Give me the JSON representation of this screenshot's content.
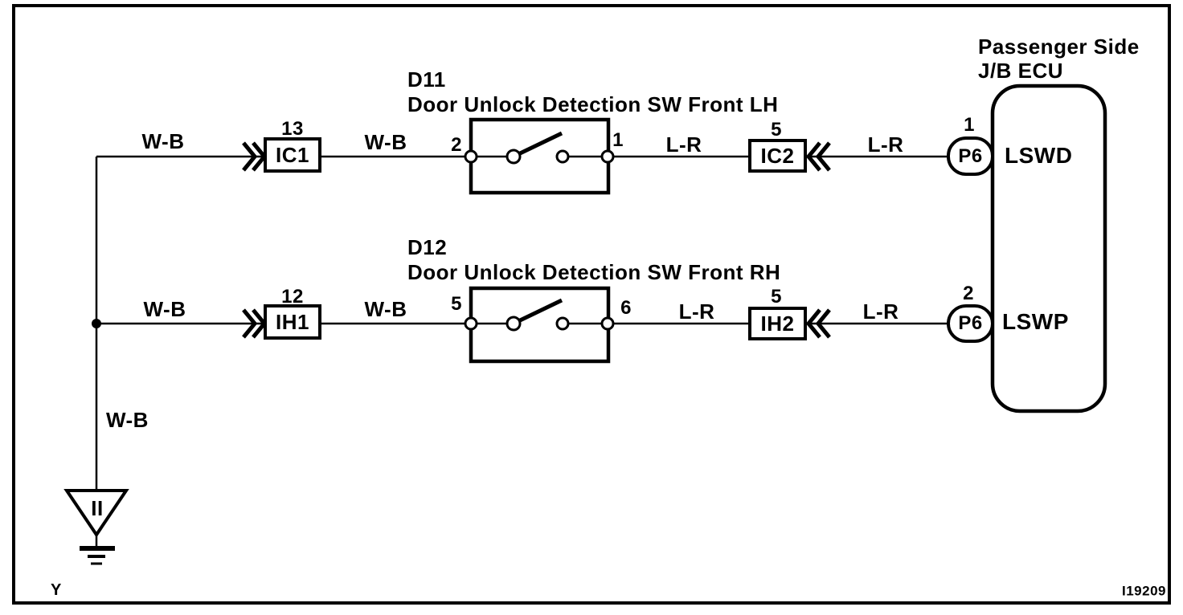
{
  "diagram": {
    "frame_corner_label": "Y",
    "figure_code": "I19209",
    "colors": {
      "line": "#000000",
      "background": "#ffffff"
    },
    "ecu": {
      "title_line1": "Passenger Side",
      "title_line2": "J/B ECU"
    },
    "ground": {
      "wire_label": "W-B",
      "symbol_label": "II"
    },
    "rows": [
      {
        "component_id": "D11",
        "component_name": "Door Unlock Detection SW Front LH",
        "left_wire_label": "W-B",
        "left_connector_pin": "13",
        "left_connector_label": "IC1",
        "mid_wire_label": "W-B",
        "switch_left_pin": "2",
        "switch_right_pin": "1",
        "right_wire_label_1": "L-R",
        "right_connector_pin": "5",
        "right_connector_label": "IC2",
        "right_wire_label_2": "L-R",
        "ecu_connector_pin": "1",
        "ecu_connector_label": "P6",
        "ecu_terminal_label": "LSWD"
      },
      {
        "component_id": "D12",
        "component_name": "Door Unlock Detection SW Front RH",
        "left_wire_label": "W-B",
        "left_connector_pin": "12",
        "left_connector_label": "IH1",
        "mid_wire_label": "W-B",
        "switch_left_pin": "5",
        "switch_right_pin": "6",
        "right_wire_label_1": "L-R",
        "right_connector_pin": "5",
        "right_connector_label": "IH2",
        "right_wire_label_2": "L-R",
        "ecu_connector_pin": "2",
        "ecu_connector_label": "P6",
        "ecu_terminal_label": "LSWP"
      }
    ]
  }
}
